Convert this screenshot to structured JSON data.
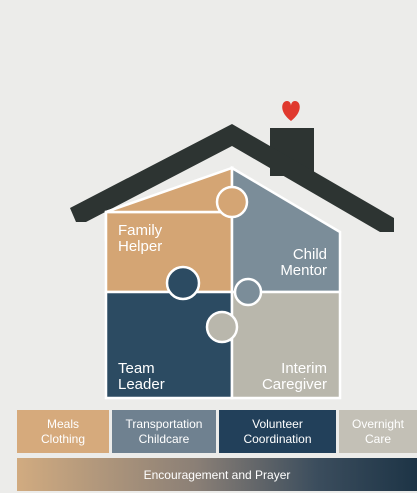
{
  "colors": {
    "tan": "#d4a574",
    "slate": "#7b8d99",
    "navy": "#2c4b62",
    "stone": "#b9b7ac",
    "roof": "#2d3432",
    "heart": "#e0392e"
  },
  "icons": {
    "heart": "heart-icon"
  },
  "puzzle": {
    "family_helper": [
      "Family",
      "Helper"
    ],
    "child_mentor": [
      "Child",
      "Mentor"
    ],
    "team_leader": [
      "Team",
      "Leader"
    ],
    "interim_caregiver": [
      "Interim",
      "Caregiver"
    ]
  },
  "boxes": [
    {
      "lines": [
        "Meals",
        "Clothing"
      ],
      "color": "#d6aa7c"
    },
    {
      "lines": [
        "Transportation",
        "Childcare"
      ],
      "color": "#6f8190"
    },
    {
      "lines": [
        "Volunteer",
        "Coordination"
      ],
      "color": "#22405a"
    },
    {
      "lines": [
        "Overnight",
        "Care"
      ],
      "color": "#c3c0b6"
    }
  ],
  "foundation": {
    "label": "Encouragement and Prayer"
  }
}
